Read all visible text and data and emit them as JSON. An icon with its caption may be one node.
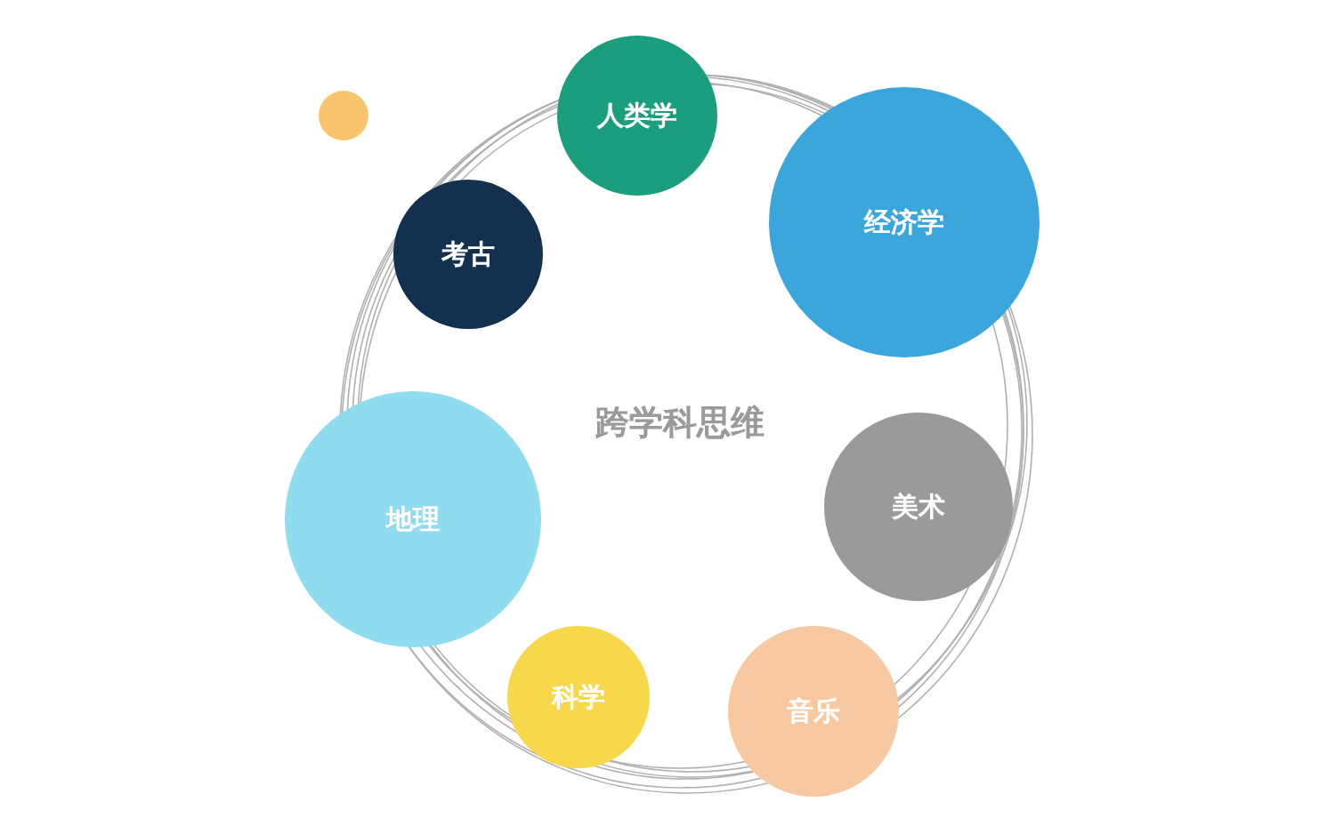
{
  "diagram": {
    "nodes": [
      {
        "text": [
          "人类学"
        ]
      },
      {
        "text": [
          "经济学"
        ]
      },
      {
        "text": [
          "考古"
        ]
      },
      {
        "text": [
          "地理"
        ]
      },
      {
        "text": [
          "美术"
        ]
      },
      {
        "text": [
          "科学"
        ]
      },
      {
        "text": [
          "音乐"
        ]
      }
    ],
    "labels": [
      "跨学科思维"
    ]
  }
}
